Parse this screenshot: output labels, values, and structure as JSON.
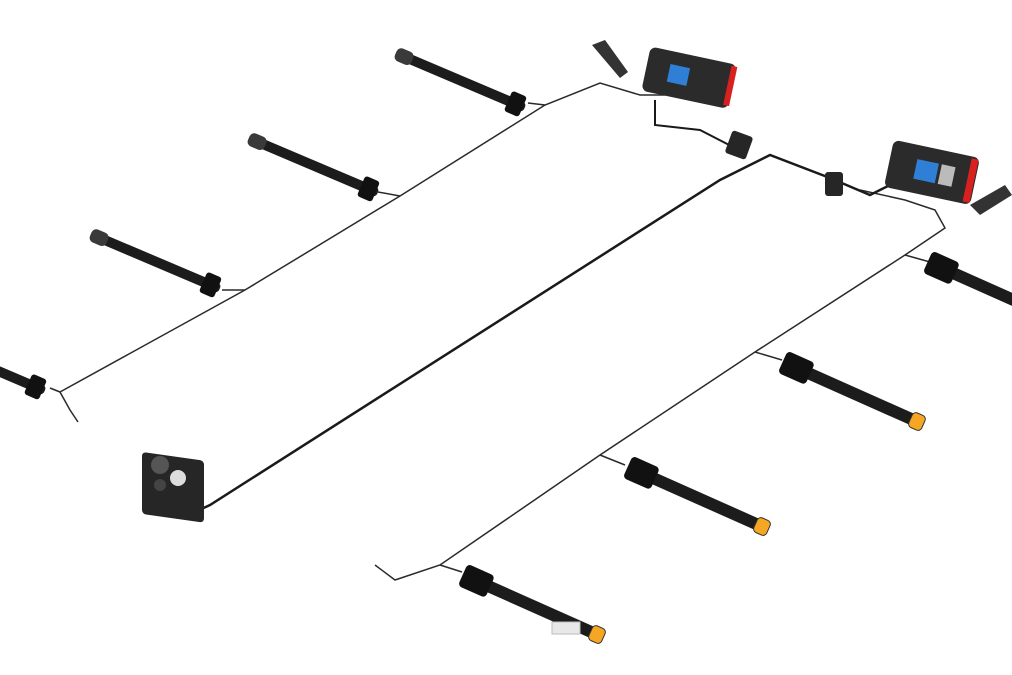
{
  "scene": {
    "components": [
      "wiring-harness-left",
      "wiring-harness-right",
      "main-cable",
      "junction-box",
      "rear-lamp-left",
      "rear-lamp-right",
      "side-marker-lamps"
    ]
  },
  "colors": {
    "background": "#ffffff",
    "cable": "#2a2a2a",
    "stalk": "#1c1c1c",
    "amber_lens": "#f5a623",
    "red_lens": "#d8201e",
    "blue_socket": "#2f7fd6",
    "box": "#262626"
  }
}
